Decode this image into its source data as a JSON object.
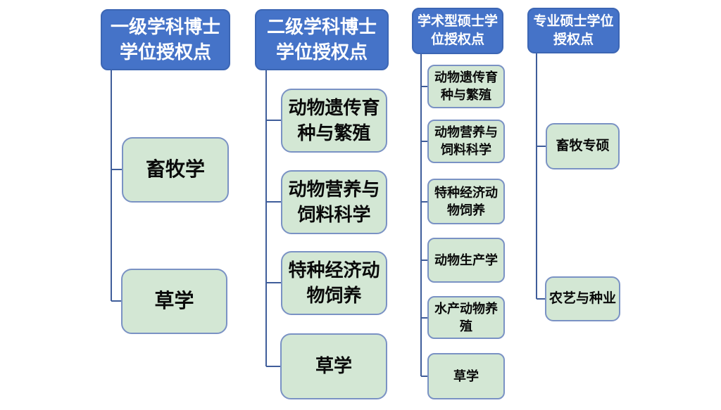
{
  "colors": {
    "background": "#ffffff",
    "header_fill": "#4573c8",
    "header_border": "#3c66b4",
    "header_text": "#ffffff",
    "child_fill": "#d3e7d4",
    "child_border": "#7a92c4",
    "child_text": "#0a0a0a",
    "connector": "#3f5d9a"
  },
  "diagram": {
    "columns": [
      {
        "header": "一级学科博士\n学位授权点",
        "children": [
          "畜牧学",
          "草学"
        ]
      },
      {
        "header": "二级学科博士\n学位授权点",
        "children": [
          "动物遗传育\n种与繁殖",
          "动物营养与\n饲料科学",
          "特种经济动\n物饲养",
          "草学"
        ]
      },
      {
        "header": "学术型硕士学\n位授权点",
        "children": [
          "动物遗传育\n种与繁殖",
          "动物营养与\n饲料科学",
          "特种经济动\n物饲养",
          "动物生产学",
          "水产动物养\n殖",
          "草学"
        ]
      },
      {
        "header": "专业硕士学位\n授权点",
        "children": [
          "畜牧专硕",
          "农艺与种业"
        ]
      }
    ]
  }
}
